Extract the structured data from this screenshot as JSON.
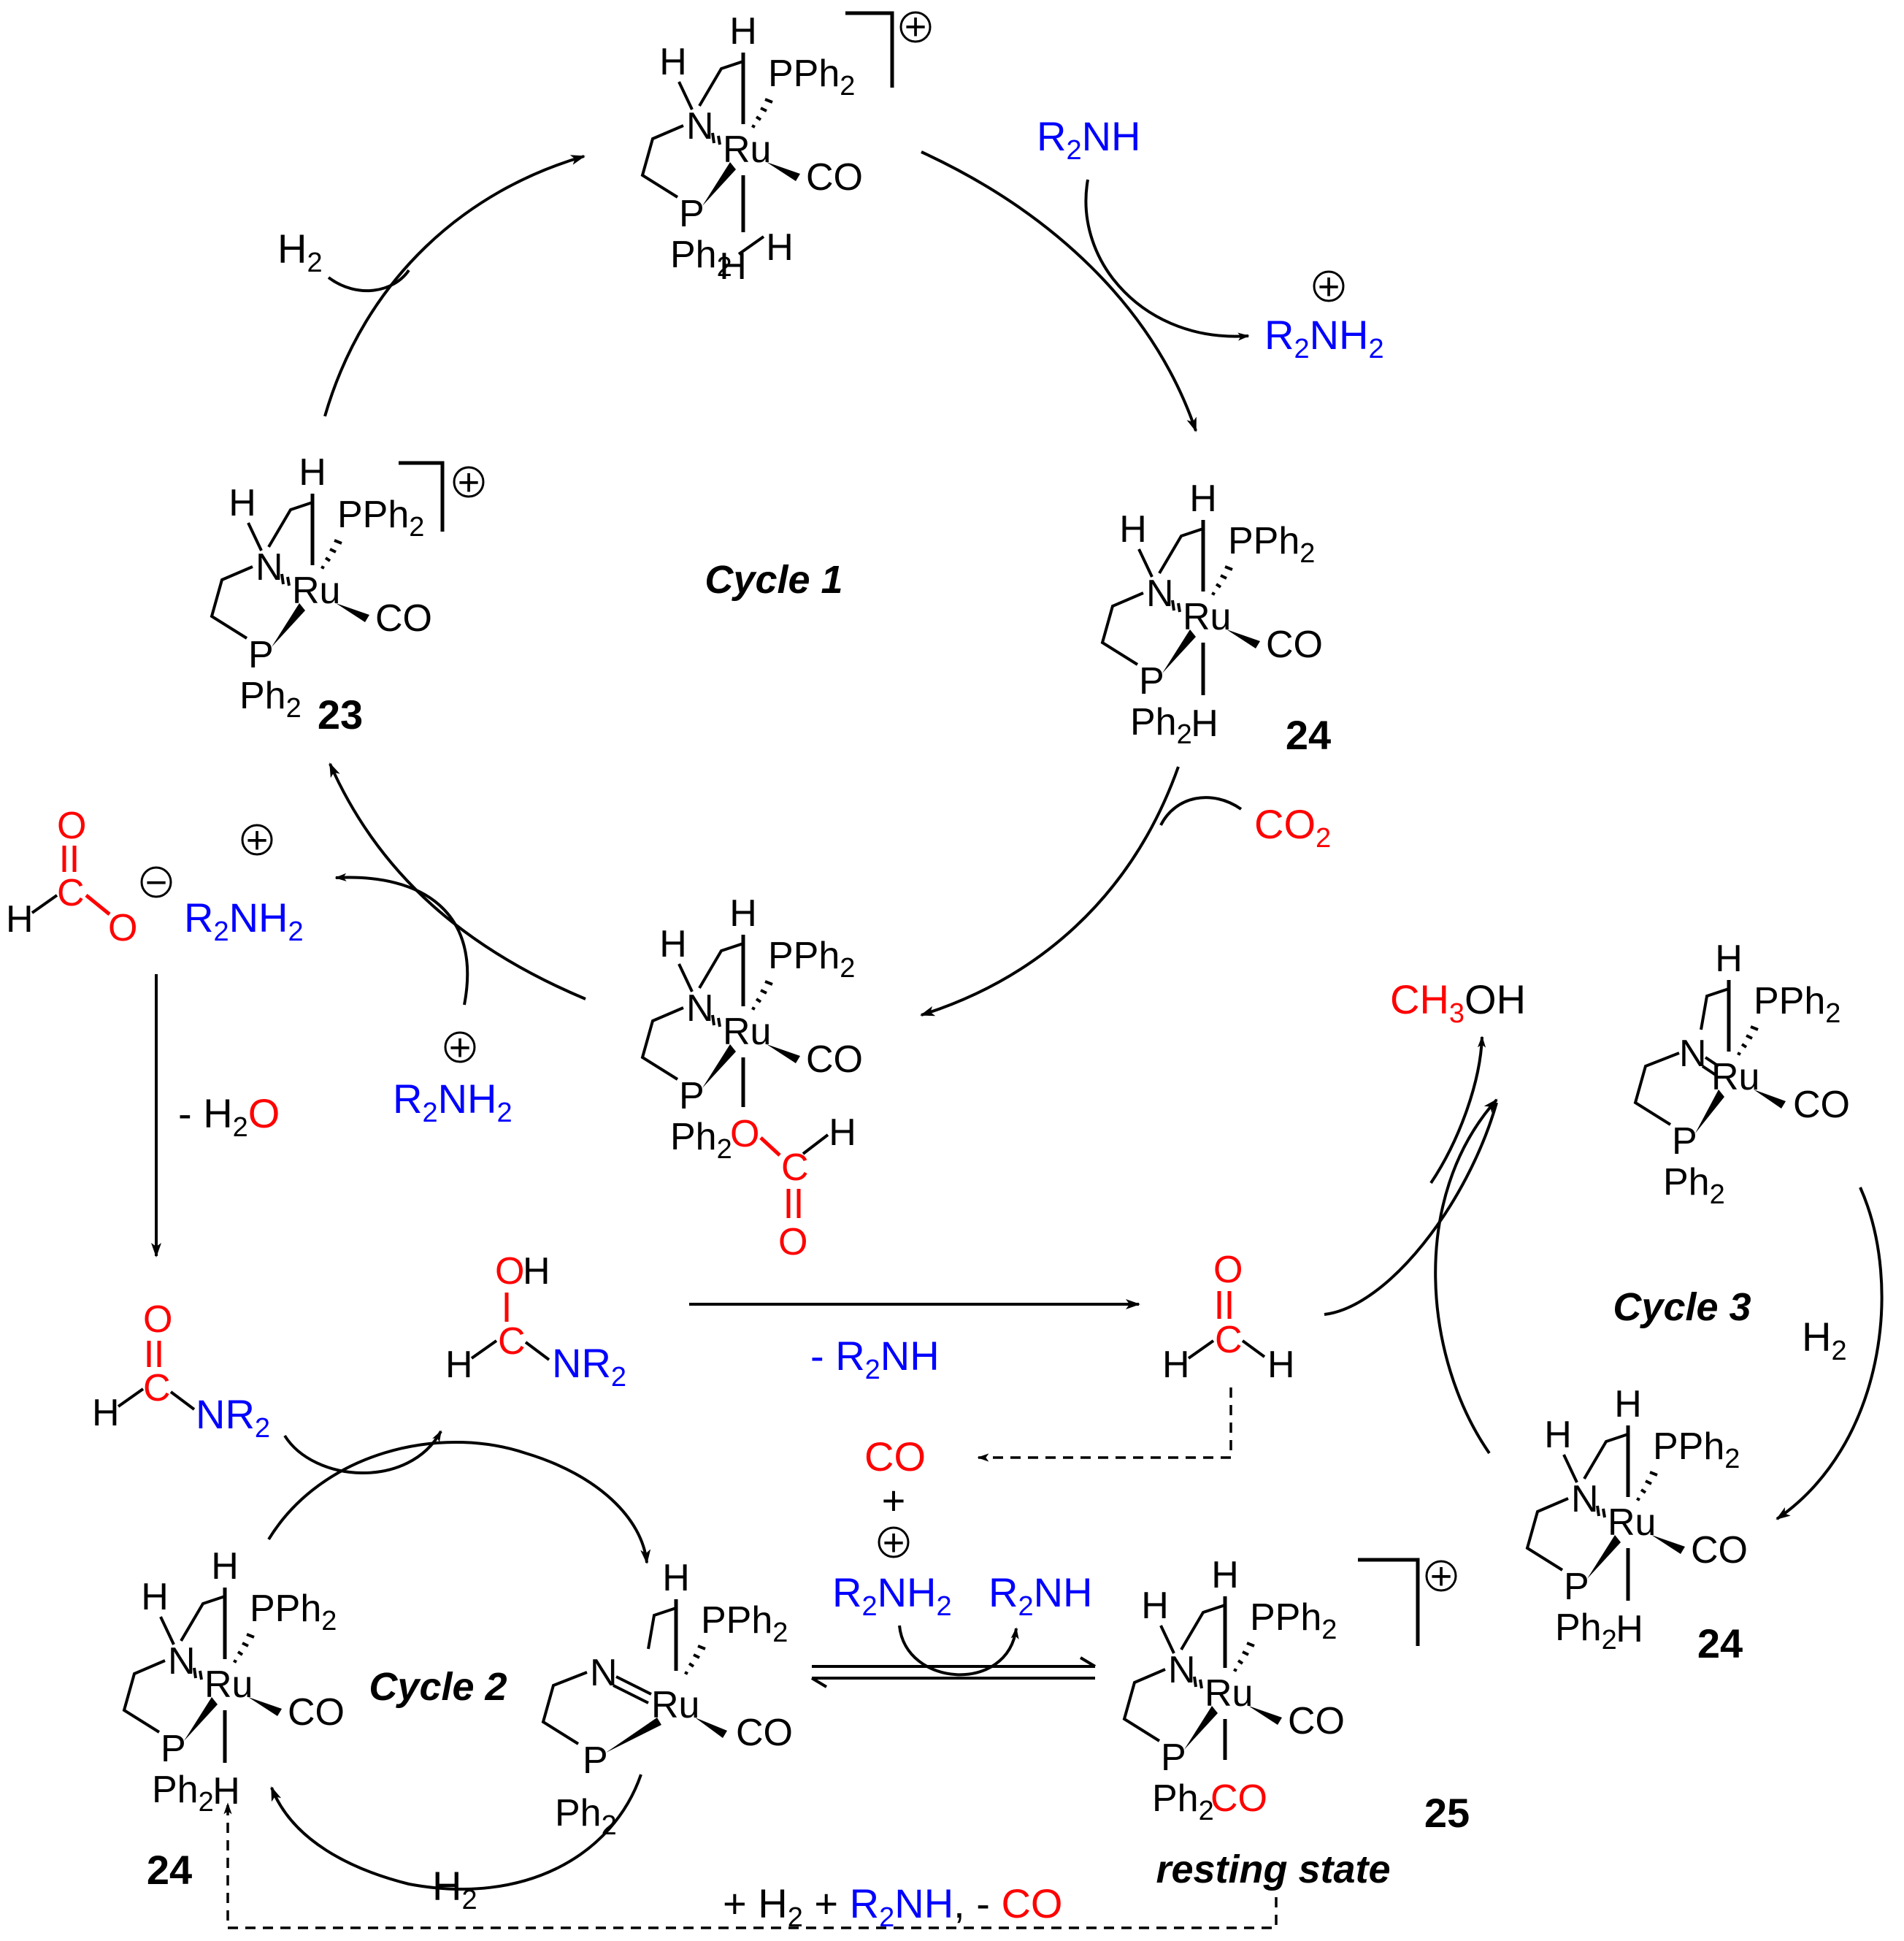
{
  "colors": {
    "reactant_red": "#ff0000",
    "amine_blue": "#0000ff",
    "ink": "#000000"
  },
  "atoms": {
    "H": "H",
    "N": "N",
    "P": "P",
    "Ru": "Ru",
    "Ph": "Ph",
    "sub2": "2",
    "PPh": "PPh",
    "CO": "CO",
    "O": "O",
    "C": "C",
    "OH": "OH",
    "R": "R",
    "NR": "NR",
    "NH": "NH",
    "plus": "+",
    "minus": "−"
  },
  "cycles": {
    "cycle1": "Cycle 1",
    "cycle2": "Cycle 2",
    "cycle3": "Cycle 3"
  },
  "labels": {
    "c23": "23",
    "c24": "24",
    "c25": "25",
    "resting_state": "resting state"
  },
  "reagents": {
    "H2": "H",
    "CO2_C": "CO",
    "CH3OH_a": "CH",
    "CH3OH_b": "3",
    "CH3OH_c": "OH",
    "minus_H2O": "- H",
    "minus_H2O_O": "O",
    "minus_R2NH": "- R",
    "bottom_plus_H2": "+ H",
    "bottom_plus": " + ",
    "bottom_minus": ", - ",
    "bottom_CO": "CO"
  }
}
